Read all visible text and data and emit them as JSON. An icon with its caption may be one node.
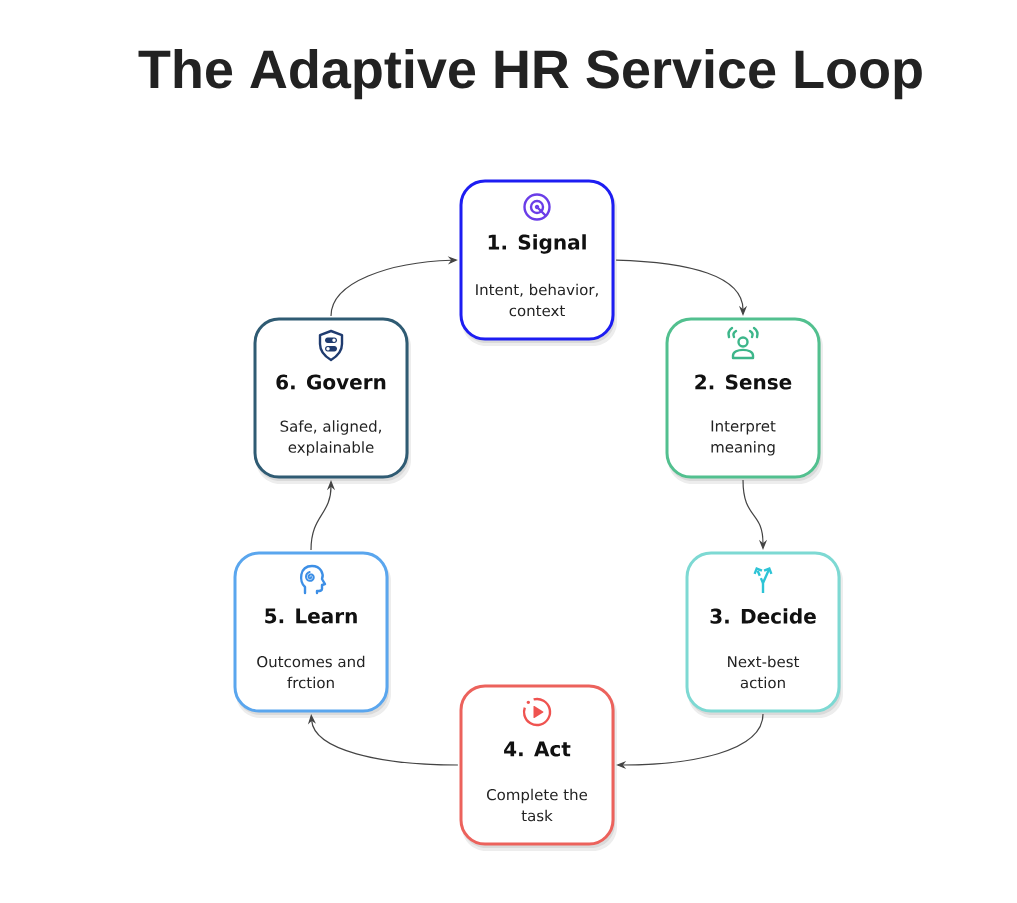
{
  "diagram": {
    "title": "The Adaptive HR Service Loop",
    "nodes": [
      {
        "text": [
          "1. Signal",
          "Intent, behavior, context"
        ]
      },
      {
        "text": [
          "2. Sense",
          "Interpret meaning"
        ]
      },
      {
        "text": [
          "3. Decide",
          "Next-best action"
        ]
      },
      {
        "text": [
          "4. Act",
          "Complete the task"
        ]
      },
      {
        "text": [
          "5. Learn",
          "Outcomes and frction"
        ]
      },
      {
        "text": [
          "6. Govern",
          "Safe, aligned, explainable"
        ]
      }
    ],
    "edges": [
      {
        "from": 0,
        "to": 1,
        "arrow": "to"
      },
      {
        "from": 1,
        "to": 2,
        "arrow": "to"
      },
      {
        "from": 2,
        "to": 3,
        "arrow": "to"
      },
      {
        "from": 3,
        "to": 4,
        "arrow": "to"
      },
      {
        "from": 4,
        "to": 5,
        "arrow": "to"
      },
      {
        "from": 5,
        "to": 0,
        "arrow": "to"
      }
    ]
  }
}
